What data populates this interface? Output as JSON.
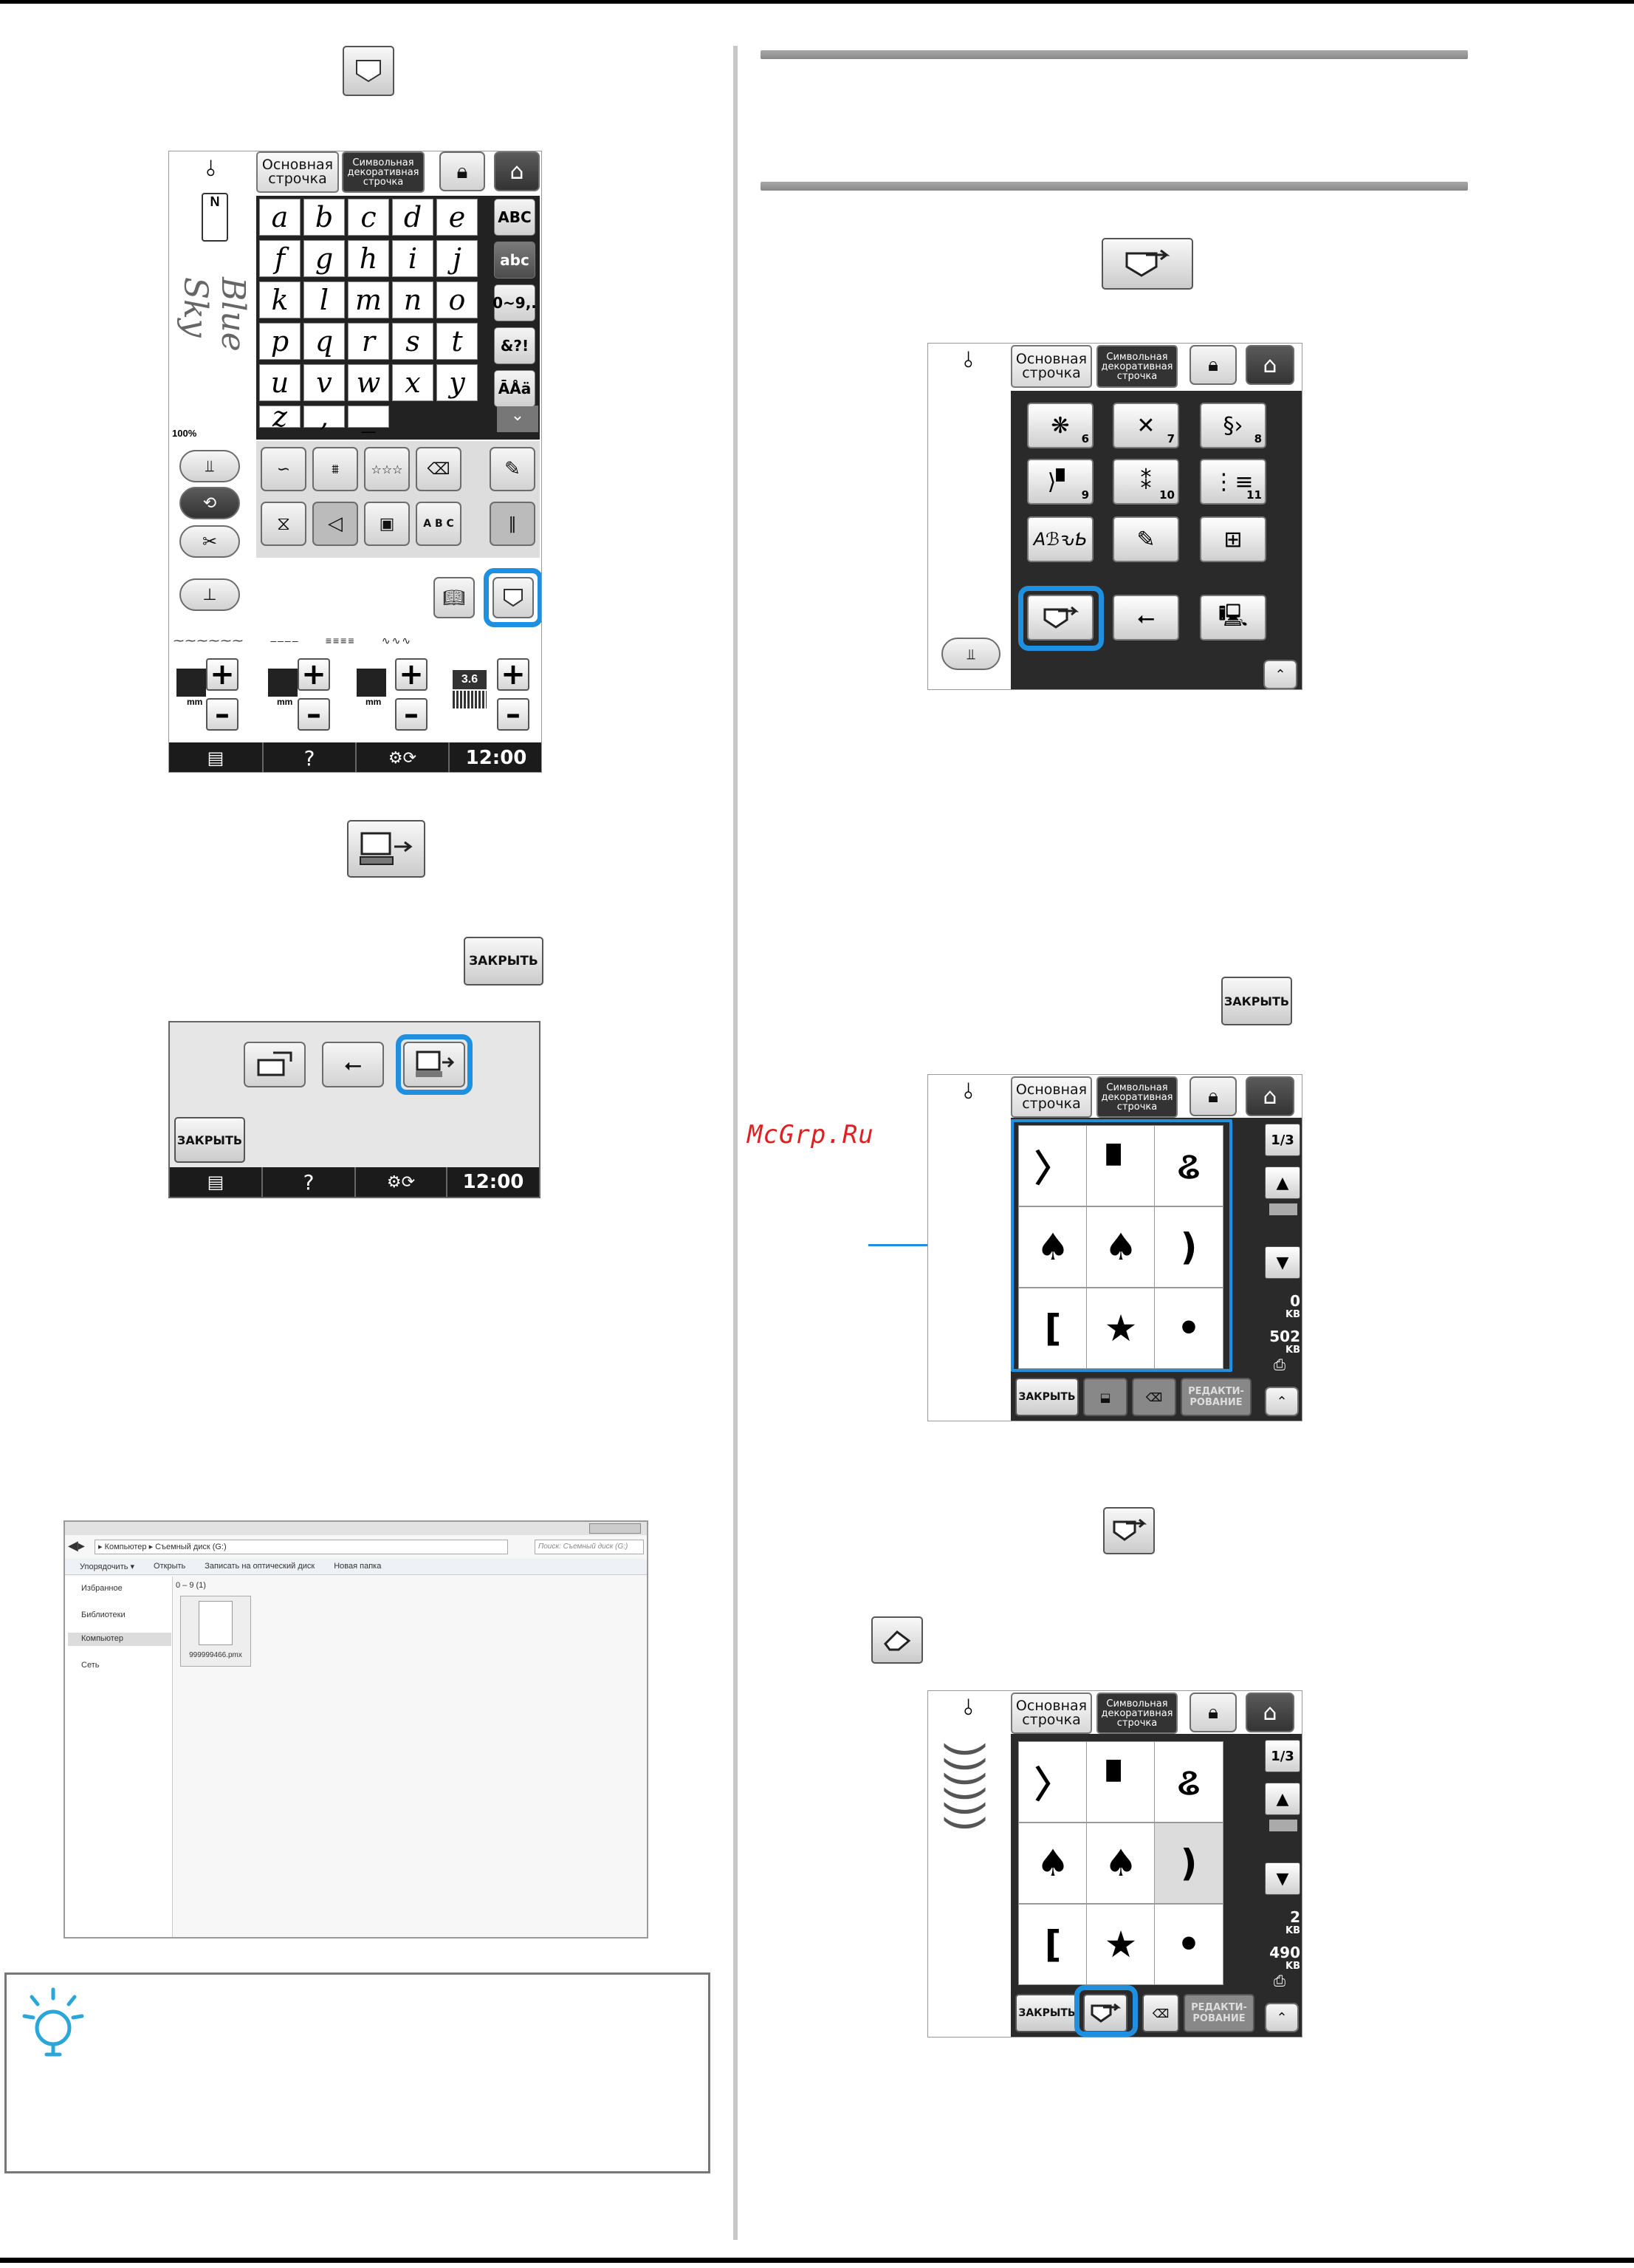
{
  "left_screen": {
    "tabs": {
      "basic": "Основная\nстрочка",
      "decorative": "Символьная\nдекоративная\nстрочка"
    },
    "zoom_label": "100%",
    "preview_text": "Blue Sky",
    "letter_keys": [
      "a",
      "b",
      "c",
      "d",
      "e",
      "f",
      "g",
      "h",
      "i",
      "j",
      "k",
      "l",
      "m",
      "n",
      "o",
      "p",
      "q",
      "r",
      "s",
      "t",
      "u",
      "v",
      "w",
      "x",
      "y",
      "z",
      ",",
      "_"
    ],
    "side_keys": [
      "ABC",
      "abc",
      "0~9,.",
      "&?!",
      "ĀÅä"
    ],
    "mm_label": "mm",
    "value_badge": "3.6",
    "status": {
      "menu_icon": "list-icon",
      "help": "?",
      "time": "12:00"
    }
  },
  "close_button": {
    "label": "ЗАКРЫТЬ"
  },
  "save_dialog": {
    "close_label": "ЗАКРЫТЬ",
    "status_help": "?",
    "status_time": "12:00"
  },
  "explorer": {
    "breadcrumb": "▸ Компьютер ▸ Съемный диск (G:)",
    "search_placeholder": "Поиск: Съемный диск (G:)",
    "toolbar": [
      "Упорядочить ▾",
      "Открыть",
      "Записать на оптический диск",
      "Новая папка"
    ],
    "nav": [
      "Избранное",
      "Библиотеки",
      "Компьютер",
      "Сеть"
    ],
    "group_header": "0 – 9 (1)",
    "file_name": "999999466.pmx"
  },
  "right_screen_1": {
    "tabs": {
      "basic": "Основная\nстрочка",
      "decorative": "Символьная\nдекоративная\nстрочка"
    },
    "grid_numbers": [
      "6",
      "7",
      "8",
      "9",
      "10",
      "11"
    ],
    "font_sample": "AℬԅƄ"
  },
  "close_button_right": {
    "label": "ЗАКРЫТЬ"
  },
  "right_screen_2": {
    "tabs": {
      "basic": "Основная\nстрочка",
      "decorative": "Символьная\nдекоративная\nстрочка"
    },
    "page": "1/3",
    "used_value": "0",
    "used_unit": "KB",
    "free_value": "502",
    "free_unit": "KB",
    "close_label": "ЗАКРЫТЬ",
    "edit_label": "РЕДАКТИ-\nРОВАНИЕ"
  },
  "right_screen_3": {
    "tabs": {
      "basic": "Основная\nстрочка",
      "decorative": "Символьная\nдекоративная\nстрочка"
    },
    "page": "1/3",
    "used_value": "2",
    "used_unit": "KB",
    "free_value": "490",
    "free_unit": "KB",
    "close_label": "ЗАКРЫТЬ",
    "edit_label": "РЕДАКТИ-\nРОВАНИЕ"
  },
  "watermark": "McGrp.Ru",
  "colors": {
    "highlight": "#1f8fe0",
    "watermark": "#e02020"
  }
}
